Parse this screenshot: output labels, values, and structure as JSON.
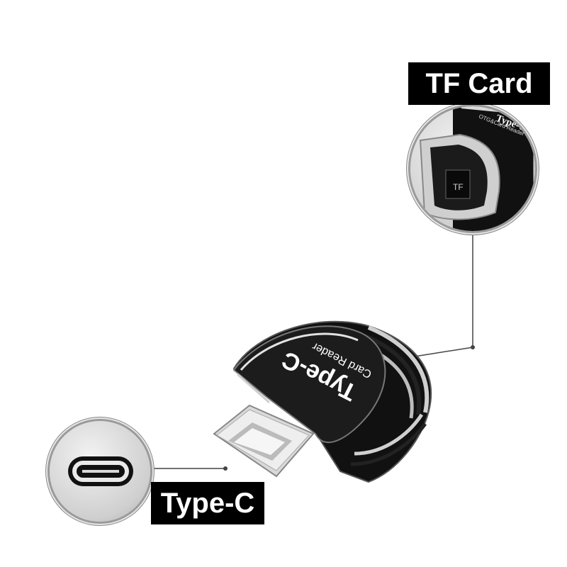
{
  "labels": {
    "tf_card": "TF Card",
    "type_c": "Type-C"
  },
  "device_text": {
    "title": "Type-C",
    "subtitle": "Card Reader"
  },
  "tf_closeup_text": {
    "brand": "Type-C",
    "subtitle": "OTG&Card Reader",
    "slot_mark": "TF"
  },
  "colors": {
    "label_background": "#000000",
    "label_text": "#ffffff",
    "device_body": "#1a1a1a"
  },
  "icons": [
    "magnifier-circle",
    "callout-line",
    "usb-c-connector",
    "usb-c-port",
    "tf-card-slot"
  ]
}
